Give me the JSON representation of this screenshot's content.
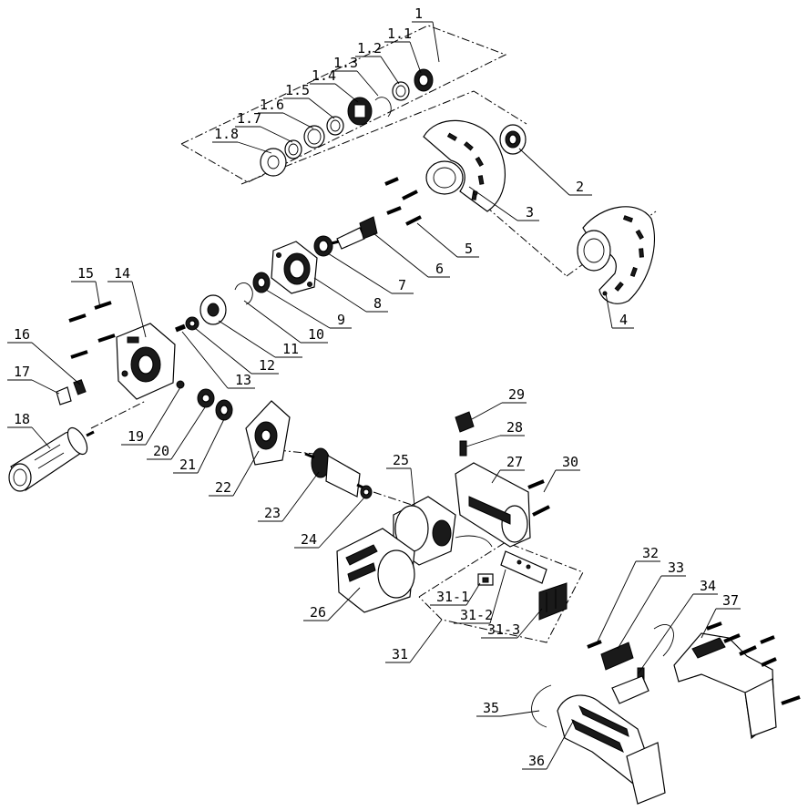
{
  "parts": [
    {
      "id": "p1",
      "label": "1"
    },
    {
      "id": "p1_1",
      "label": "1.1"
    },
    {
      "id": "p1_2",
      "label": "1.2"
    },
    {
      "id": "p1_3",
      "label": "1.3"
    },
    {
      "id": "p1_4",
      "label": "1.4"
    },
    {
      "id": "p1_5",
      "label": "1.5"
    },
    {
      "id": "p1_6",
      "label": "1.6"
    },
    {
      "id": "p1_7",
      "label": "1.7"
    },
    {
      "id": "p1_8",
      "label": "1.8"
    },
    {
      "id": "p2",
      "label": "2"
    },
    {
      "id": "p3",
      "label": "3"
    },
    {
      "id": "p4",
      "label": "4"
    },
    {
      "id": "p5",
      "label": "5"
    },
    {
      "id": "p6",
      "label": "6"
    },
    {
      "id": "p7",
      "label": "7"
    },
    {
      "id": "p8",
      "label": "8"
    },
    {
      "id": "p9",
      "label": "9"
    },
    {
      "id": "p10",
      "label": "10"
    },
    {
      "id": "p11",
      "label": "11"
    },
    {
      "id": "p12",
      "label": "12"
    },
    {
      "id": "p13",
      "label": "13"
    },
    {
      "id": "p14",
      "label": "14"
    },
    {
      "id": "p15",
      "label": "15"
    },
    {
      "id": "p16",
      "label": "16"
    },
    {
      "id": "p17",
      "label": "17"
    },
    {
      "id": "p18",
      "label": "18"
    },
    {
      "id": "p19",
      "label": "19"
    },
    {
      "id": "p20",
      "label": "20"
    },
    {
      "id": "p21",
      "label": "21"
    },
    {
      "id": "p22",
      "label": "22"
    },
    {
      "id": "p23",
      "label": "23"
    },
    {
      "id": "p24",
      "label": "24"
    },
    {
      "id": "p25",
      "label": "25"
    },
    {
      "id": "p26",
      "label": "26"
    },
    {
      "id": "p27",
      "label": "27"
    },
    {
      "id": "p28",
      "label": "28"
    },
    {
      "id": "p29",
      "label": "29"
    },
    {
      "id": "p30",
      "label": "30"
    },
    {
      "id": "p31",
      "label": "31"
    },
    {
      "id": "p31_1",
      "label": "31-1"
    },
    {
      "id": "p31_2",
      "label": "31-2"
    },
    {
      "id": "p31_3",
      "label": "31-3"
    },
    {
      "id": "p32",
      "label": "32"
    },
    {
      "id": "p33",
      "label": "33"
    },
    {
      "id": "p34",
      "label": "34"
    },
    {
      "id": "p35",
      "label": "35"
    },
    {
      "id": "p36",
      "label": "36"
    },
    {
      "id": "p37",
      "label": "37"
    }
  ]
}
